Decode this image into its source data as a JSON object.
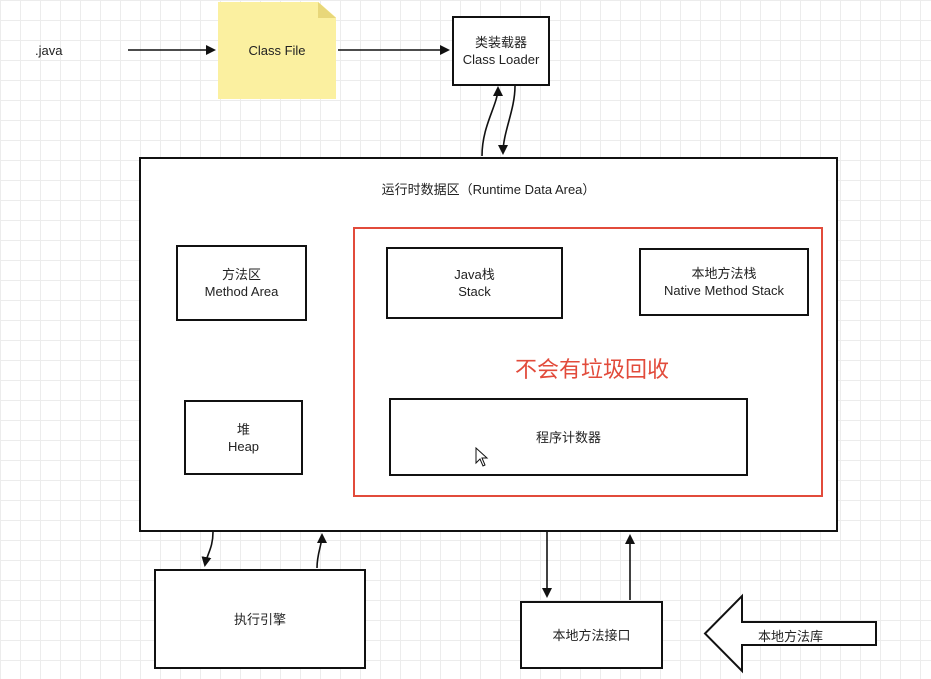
{
  "diagram": {
    "java_label": ".java",
    "class_file": "Class File",
    "class_loader": {
      "cn": "类装载器",
      "en": "Class Loader"
    },
    "runtime_area": "运行时数据区（Runtime Data Area）",
    "method_area": {
      "cn": "方法区",
      "en": "Method Area"
    },
    "heap": {
      "cn": "堆",
      "en": "Heap"
    },
    "java_stack": {
      "cn": "Java栈",
      "en": "Stack"
    },
    "native_stack": {
      "cn": "本地方法栈",
      "en": "Native Method Stack"
    },
    "pc_register": "程序计数器",
    "no_gc_note": "不会有垃圾回收",
    "execution_engine": "执行引擎",
    "native_interface": "本地方法接口",
    "native_library": "本地方法库",
    "highlight_color": "#e24b3b",
    "note_color": "#fbf0a0"
  }
}
